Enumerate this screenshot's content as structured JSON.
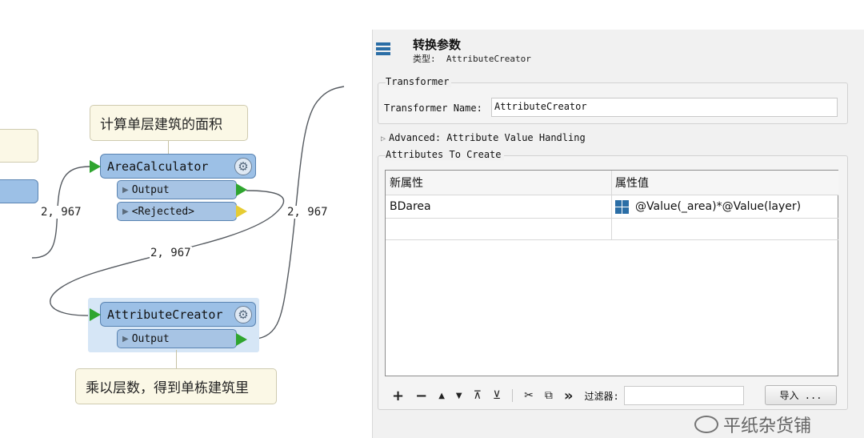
{
  "canvas": {
    "annotations": {
      "top": "计算单层建筑的面积",
      "bottom": "乘以层数，得到单栋建筑里"
    },
    "transformers": {
      "area_calculator": {
        "name": "AreaCalculator",
        "ports": [
          "Output",
          "<Rejected>"
        ]
      },
      "attribute_creator": {
        "name": "AttributeCreator",
        "ports": [
          "Output"
        ]
      }
    },
    "feature_counts": {
      "left_in": "2, 967",
      "middle": "2, 967",
      "right": "2, 967"
    },
    "icons": {
      "settings": "gear-icon",
      "port_arrow": "triangle-right-icon"
    },
    "colors": {
      "node_fill": "#9cc0e6",
      "output_flag": "#2fa52f",
      "rejected_flag": "#e6cc33"
    }
  },
  "panel": {
    "title": "转换参数",
    "type_label": "类型:",
    "type_value": "AttributeCreator",
    "transformer_group": {
      "label": "Transformer",
      "name_label": "Transformer Name:",
      "name_value": "AttributeCreator"
    },
    "advanced_label": "Advanced: Attribute Value Handling",
    "attributes_group": {
      "label": "Attributes To Create",
      "columns": [
        "新属性",
        "属性值"
      ],
      "rows": [
        {
          "attribute": "BDarea",
          "value": "@Value(_area)*@Value(layer)"
        }
      ]
    },
    "toolbar": {
      "add": "+",
      "remove": "−",
      "move_up": "▲",
      "move_down": "▼",
      "move_top": "⊼",
      "move_bottom": "⊻",
      "cut": "✂",
      "copy": "⧉",
      "more": "»",
      "filter_label": "过滤器:",
      "filter_value": "",
      "import_label": "导入 ..."
    }
  },
  "watermark": "平纸杂货铺"
}
